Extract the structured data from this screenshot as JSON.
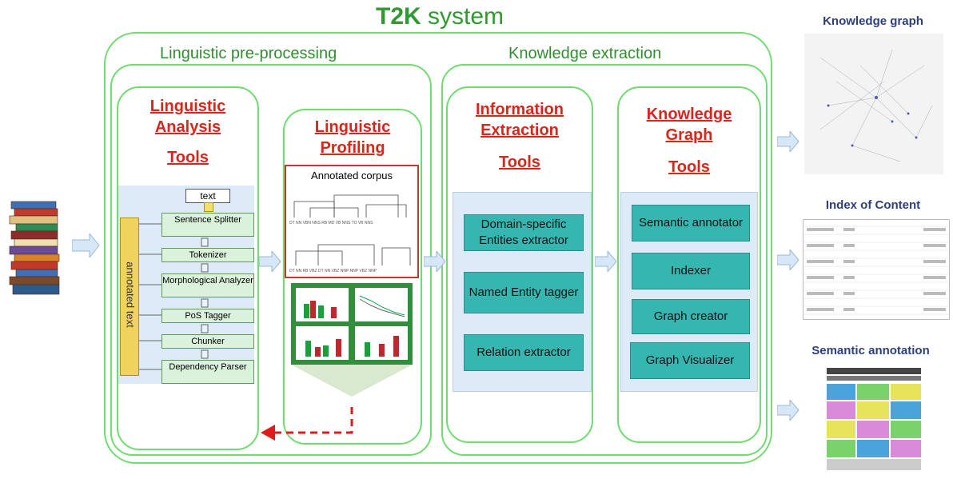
{
  "system_title": {
    "bold": "T2K",
    "rest": " system"
  },
  "sections": {
    "preprocessing": "Linguistic pre-processing",
    "extraction": "Knowledge extraction"
  },
  "analysis": {
    "title_line1": "Linguistic",
    "title_line2": "Analysis",
    "title_line3": "Tools",
    "input_label": "text",
    "side_label": "annotated text",
    "steps": [
      "Sentence Splitter",
      "Tokenizer",
      "Morphological Analyzer",
      "PoS Tagger",
      "Chunker",
      "Dependency Parser"
    ]
  },
  "profiling": {
    "title_line1": "Linguistic",
    "title_line2": "Profiling",
    "corpus_label": "Annotated corpus"
  },
  "ie": {
    "title_line1": "Information",
    "title_line2": "Extraction",
    "title_line3": "Tools",
    "items": [
      "Domain-specific Entities extractor",
      "Named Entity tagger",
      "Relation extractor"
    ]
  },
  "kg": {
    "title_line1": "Knowledge",
    "title_line2": "Graph",
    "title_line3": "Tools",
    "items": [
      "Semantic annotator",
      "Indexer",
      "Graph creator",
      "Graph Visualizer"
    ]
  },
  "outputs": {
    "knowledge_graph": "Knowledge graph",
    "index": "Index of Content",
    "semantic": "Semantic annotation"
  },
  "colors": {
    "green_border": "#6fdc6f",
    "title_red": "#d8261b",
    "teal": "#35b6b1",
    "arrow_blue": "#d6e8f7"
  }
}
